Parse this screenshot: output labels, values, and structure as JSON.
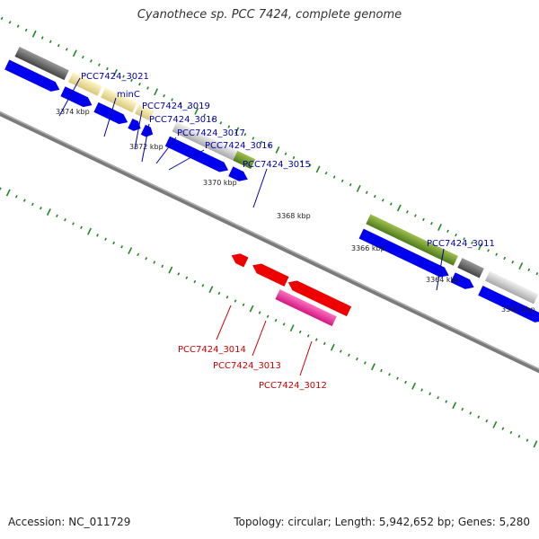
{
  "title": "Cyanothece sp. PCC 7424, complete genome",
  "footer": {
    "accession": "Accession: NC_011729",
    "stats": "Topology: circular; Length: 5,942,652 bp; Genes: 5,280"
  },
  "colors": {
    "forward_cds": "#0000ee",
    "reverse_cds": "#ee0000",
    "forward_label": "#0000aa",
    "reverse_label": "#cc0000",
    "backbone": "#777777",
    "tick": "#228822"
  },
  "kbp_ticks": [
    "3374 kbp",
    "3372 kbp",
    "3370 kbp",
    "3368 kbp",
    "3366 kbp",
    "3364 kbp",
    "3362 kbp"
  ],
  "forward_labels": [
    "PCC7424_3021",
    "minC",
    "PCC7424_3019",
    "PCC7424_3018",
    "PCC7424_3017",
    "PCC7424_3016",
    "PCC7424_3015",
    "PCC7424_3011"
  ],
  "reverse_labels": [
    "PCC7424_3014",
    "PCC7424_3013",
    "PCC7424_3012"
  ]
}
